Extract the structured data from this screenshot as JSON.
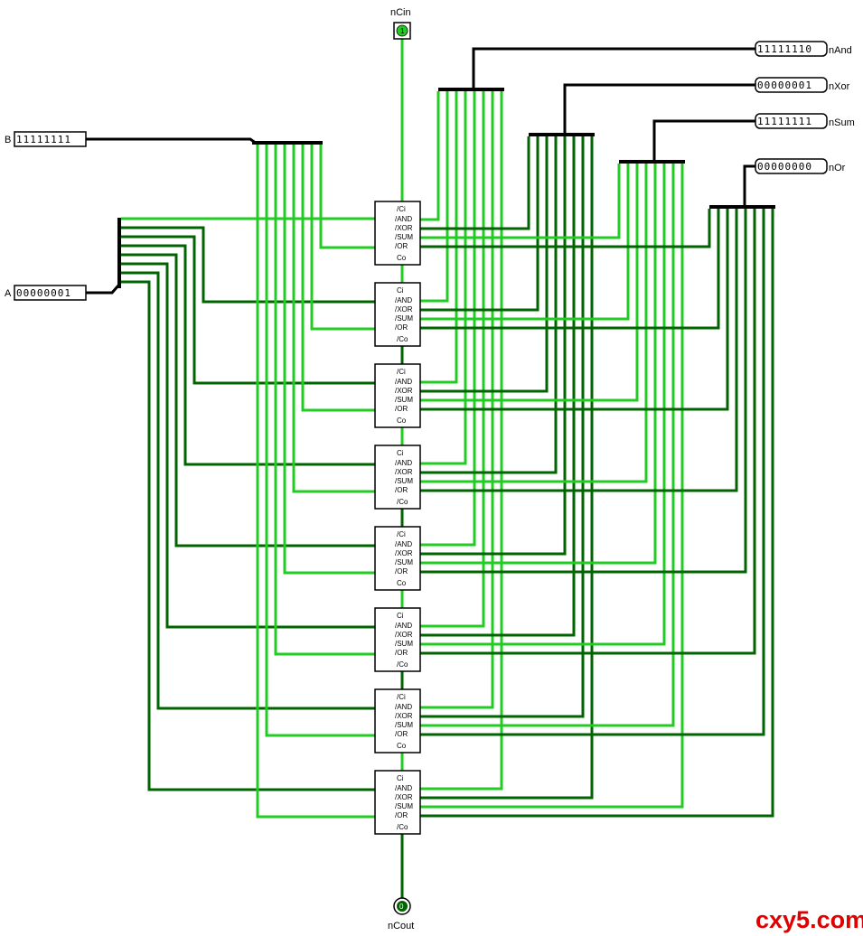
{
  "colors": {
    "wire_bright": "#22cc22",
    "wire_dark": "#006400",
    "wire_black": "#000000",
    "watermark": "#e00000"
  },
  "inputs": {
    "b": {
      "label": "B",
      "value": "11111111"
    },
    "a": {
      "label": "A",
      "value": "00000001"
    },
    "ncin": {
      "label": "nCin",
      "value": "1"
    }
  },
  "outputs": [
    {
      "label": "nAnd",
      "value": "11111110"
    },
    {
      "label": "nXor",
      "value": "00000001"
    },
    {
      "label": "nSum",
      "value": "11111111"
    },
    {
      "label": "nOr",
      "value": "00000000"
    }
  ],
  "ncout": {
    "label": "nCout",
    "value": "0"
  },
  "alu_cell": {
    "pins_first": [
      "/Ci",
      "/AND",
      "/XOR",
      "/SUM",
      "/OR",
      "Co"
    ],
    "pins_alt": [
      "Ci",
      "/AND",
      "/XOR",
      "/SUM",
      "/OR",
      "/Co"
    ]
  },
  "watermark": "cxy5.com"
}
